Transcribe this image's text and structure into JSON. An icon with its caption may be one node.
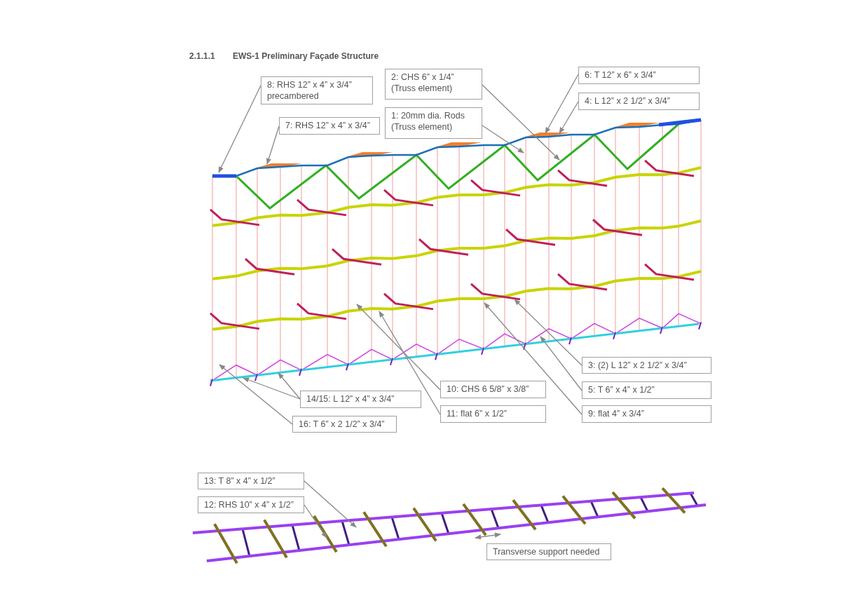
{
  "diagram": {
    "title": "EWS-1 Preliminary Façade Structure",
    "nodes": [
      {
        "text": [
          "8: RHS 12” x 4” x 3/4” precambered"
        ]
      },
      {
        "text": [
          "2: CHS 6” x 1/4” (Truss element)"
        ]
      },
      {
        "text": [
          "6: T 12” x 6” x 3/4”"
        ]
      },
      {
        "text": [
          "4: L 12” x 2 1/2” x 3/4”"
        ]
      },
      {
        "text": [
          "7: RHS 12” x 4” x 3/4”"
        ]
      },
      {
        "text": [
          "1: 20mm dia. Rods (Truss element)"
        ]
      },
      {
        "text": [
          "3: (2) L 12” x 2 1/2” x 3/4”"
        ]
      },
      {
        "text": [
          "10: CHS 6 5/8” x 3/8”"
        ]
      },
      {
        "text": [
          "5: T 6” x 4” x 1/2”"
        ]
      },
      {
        "text": [
          "14/15: L 12” x 4” x 3/4”"
        ]
      },
      {
        "text": [
          "11: flat 6” x 1/2”"
        ]
      },
      {
        "text": [
          "9: flat 4” x 3/4”"
        ]
      },
      {
        "text": [
          "16: T 6” x 2 1/2” x 3/4”"
        ]
      },
      {
        "text": [
          "13: T 8” x 4” x 1/2”"
        ]
      },
      {
        "text": [
          "12: RHS 10” x 4” x 1/2”"
        ]
      },
      {
        "text": [
          "Transverse support needed"
        ]
      }
    ],
    "edges": [
      {
        "from": 0,
        "to": null,
        "arrow": "to"
      },
      {
        "from": 1,
        "to": null,
        "arrow": "to"
      },
      {
        "from": 2,
        "to": null,
        "arrow": "to"
      },
      {
        "from": 3,
        "to": null,
        "arrow": "to"
      },
      {
        "from": 4,
        "to": null,
        "arrow": "to"
      },
      {
        "from": 5,
        "to": null,
        "arrow": "to"
      },
      {
        "from": 6,
        "to": null,
        "arrow": "to"
      },
      {
        "from": 7,
        "to": null,
        "arrow": "to"
      },
      {
        "from": 8,
        "to": null,
        "arrow": "to"
      },
      {
        "from": 9,
        "to": null,
        "arrow": "to"
      },
      {
        "from": 9,
        "to": null,
        "arrow": "to"
      },
      {
        "from": 10,
        "to": null,
        "arrow": "to"
      },
      {
        "from": 11,
        "to": null,
        "arrow": "to"
      },
      {
        "from": 12,
        "to": null,
        "arrow": "to"
      },
      {
        "from": 13,
        "to": null,
        "arrow": "to"
      },
      {
        "from": 14,
        "to": null,
        "arrow": "to"
      }
    ],
    "labels": [
      "2.1.1.1"
    ]
  }
}
